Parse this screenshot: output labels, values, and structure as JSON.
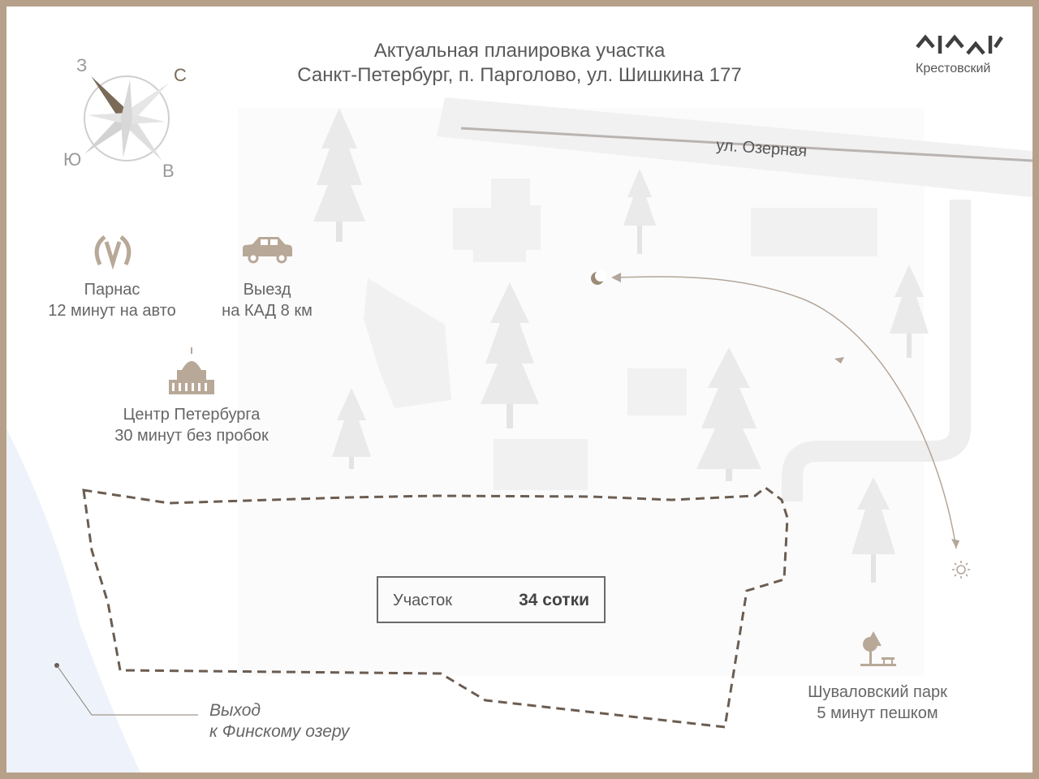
{
  "title": {
    "line1": "Актуальная планировка участка",
    "line2": "Санкт-Петербург, п. Парголово, ул. Шишкина 177"
  },
  "logo": {
    "icon": "krestovsky-logo-icon",
    "text": "Крестовский"
  },
  "compass": {
    "north": "С",
    "south": "Ю",
    "west": "З",
    "east": "В"
  },
  "pois": {
    "metro": {
      "icon": "metro-icon",
      "line1": "Парнас",
      "line2": "12 минут на авто"
    },
    "car": {
      "icon": "car-icon",
      "line1": "Выезд",
      "line2": "на КАД 8 км"
    },
    "center": {
      "icon": "building-icon",
      "line1": "Центр Петербурга",
      "line2": "30 минут без пробок"
    },
    "park": {
      "icon": "park-icon",
      "line1": "Шуваловский парк",
      "line2": "5 минут пешком"
    }
  },
  "road": {
    "label": "ул. Озерная"
  },
  "plot": {
    "label": "Участок",
    "area": "34 сотки"
  },
  "lake": {
    "line1": "Выход",
    "line2": "к Финскому озеру"
  },
  "sun_path": {
    "icons": [
      "sun-icon",
      "moon-icon"
    ]
  },
  "colors": {
    "frame": "#b6a08a",
    "accent": "#7a6a58",
    "plot_border": "#6b5d52",
    "water": "#eef3fb",
    "road": "#f1f1f1"
  }
}
